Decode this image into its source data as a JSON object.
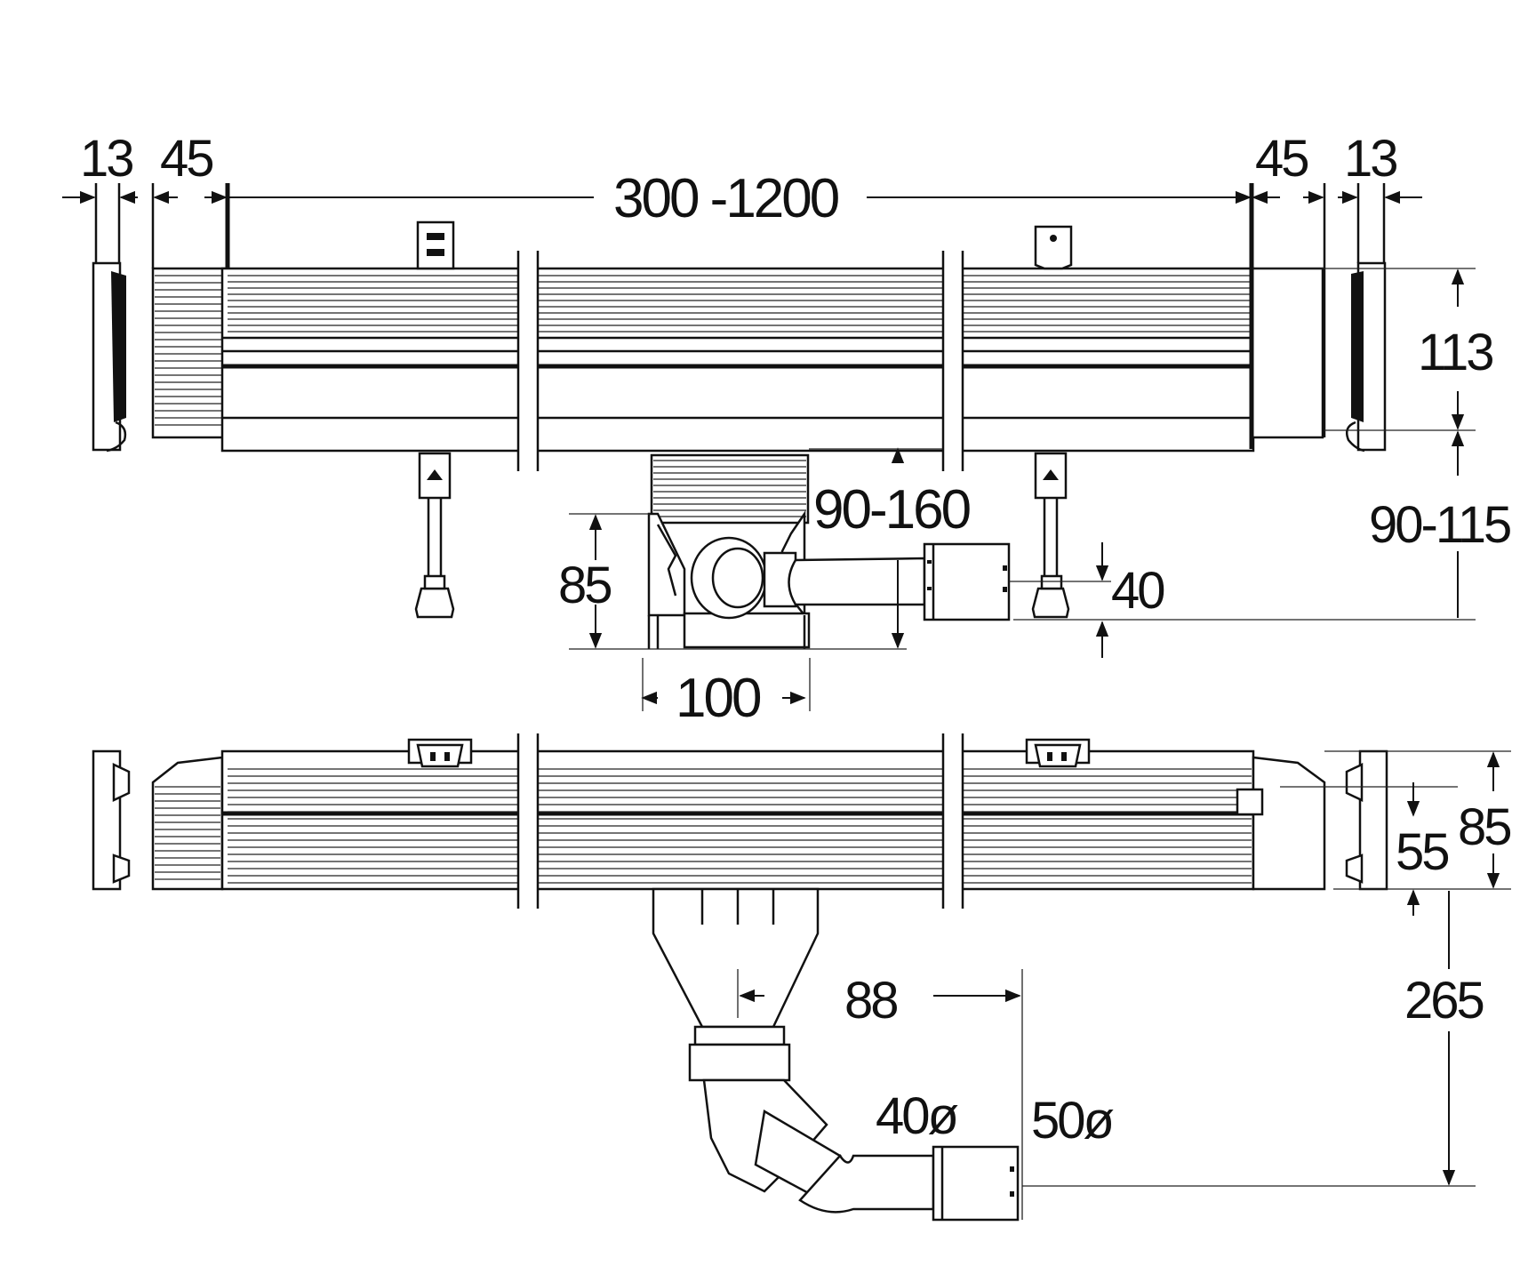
{
  "dimensions": {
    "end_cap_left": "13",
    "flange_left": "45",
    "length_range": "300 -1200",
    "flange_right": "45",
    "end_cap_right": "13",
    "channel_height_top": "113",
    "adjust_range_top": "90-115",
    "outlet_adjust": "90-160",
    "outlet_height": "85",
    "outlet_width": "100",
    "pipe_height": "40",
    "channel_height_bottom": "85",
    "inner_height": "55",
    "trap_depth": "265",
    "trap_offset": "88",
    "pipe_dia_small": "40ø",
    "pipe_dia_large": "50ø"
  }
}
